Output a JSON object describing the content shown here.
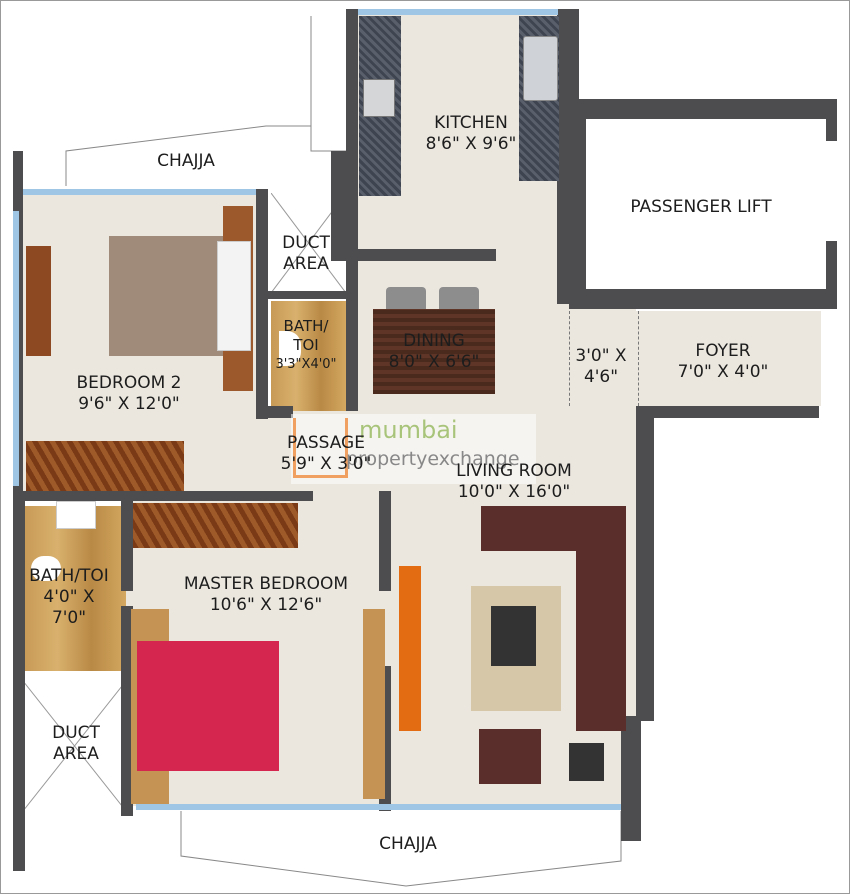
{
  "rooms": {
    "kitchen": {
      "name": "KITCHEN",
      "size": "8'6\" X 9'6\""
    },
    "passenger_lift": {
      "name": "PASSENGER LIFT"
    },
    "chajja_top": {
      "name": "CHAJJA"
    },
    "chajja_bottom": {
      "name": "CHAJJA"
    },
    "duct_top": {
      "name1": "DUCT",
      "name2": "AREA"
    },
    "bath_small": {
      "name1": "BATH/",
      "name2": "TOI",
      "size": "3'3\"X4'0\""
    },
    "dining": {
      "name": "DINING",
      "size": "8'0\" X 6'6\""
    },
    "lobby": {
      "size1": "3'0\" X",
      "size2": "4'6\""
    },
    "foyer": {
      "name": "FOYER",
      "size": "7'0\" X 4'0\""
    },
    "bedroom2": {
      "name": "BEDROOM 2",
      "size": "9'6\" X 12'0\""
    },
    "passage": {
      "name": "PASSAGE",
      "size": "5'9\" X 3'0\""
    },
    "living": {
      "name": "LIVING ROOM",
      "size": "10'0\" X 16'0\""
    },
    "bath_master": {
      "name": "BATH/TOI",
      "size1": "4'0\" X",
      "size2": "7'0\""
    },
    "master": {
      "name": "MASTER BEDROOM",
      "size": "10'6\" X 12'6\""
    },
    "duct_bottom": {
      "name1": "DUCT",
      "name2": "AREA"
    }
  },
  "watermark": {
    "line1": "mumbai",
    "line2": "propertyexchange"
  },
  "colors": {
    "wall": "#4d4d4f",
    "floor": "#ebe7df",
    "wood": "#c79a56",
    "sofa": "#5a2e2a",
    "bed_cover": "#d4264f"
  }
}
